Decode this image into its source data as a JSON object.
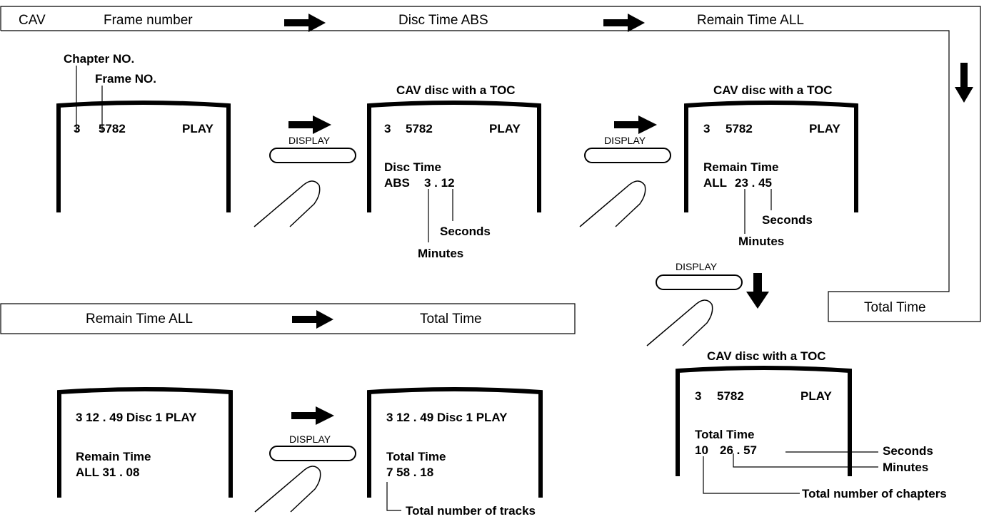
{
  "top_row": {
    "mode": "CAV",
    "steps": [
      "Frame number",
      "Disc Time ABS",
      "Remain Time ALL"
    ],
    "last_step": "Total Time"
  },
  "bottom_row": {
    "steps": [
      "Remain Time ALL",
      "Total Time"
    ]
  },
  "button_label": "DISPLAY",
  "caption_toc": "CAV disc with a TOC",
  "screen1": {
    "chapter": "3",
    "frame": "5782",
    "status": "PLAY",
    "callout_chapter": "Chapter NO.",
    "callout_frame": "Frame NO."
  },
  "screen2": {
    "chapter": "3",
    "frame": "5782",
    "status": "PLAY",
    "line1": "Disc Time",
    "line2_prefix": "ABS",
    "line2_value": "3 . 12",
    "callout_seconds": "Seconds",
    "callout_minutes": "Minutes"
  },
  "screen3": {
    "chapter": "3",
    "frame": "5782",
    "status": "PLAY",
    "line1": "Remain Time",
    "line2_prefix": "ALL",
    "line2_value": "23 . 45",
    "callout_seconds": "Seconds",
    "callout_minutes": "Minutes"
  },
  "screen4": {
    "chapter": "3",
    "frame": "5782",
    "status": "PLAY",
    "line1": "Total Time",
    "line2_prefix": "10",
    "line2_value": "26 . 57",
    "callout_seconds": "Seconds",
    "callout_minutes": "Minutes",
    "callout_chapters": "Total number of chapters"
  },
  "screen5": {
    "line1": "3 12 . 49  Disc 1  PLAY",
    "line2": "Remain Time",
    "line3": "ALL 31 . 08"
  },
  "screen6": {
    "line1": "3 12 . 49  Disc 1  PLAY",
    "line2": "Total Time",
    "line3": "7 58 . 18",
    "callout_tracks": "Total number of tracks"
  }
}
